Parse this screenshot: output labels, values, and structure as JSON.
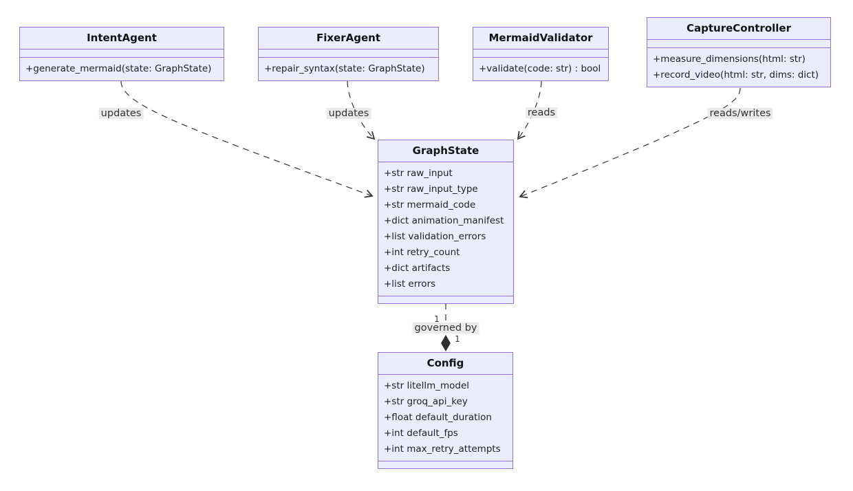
{
  "diagram": {
    "type": "class-diagram",
    "classes": [
      {
        "name": "IntentAgent",
        "attributes": [],
        "methods": [
          "+generate_mermaid(state: GraphState)"
        ]
      },
      {
        "name": "FixerAgent",
        "attributes": [],
        "methods": [
          "+repair_syntax(state: GraphState)"
        ]
      },
      {
        "name": "MermaidValidator",
        "attributes": [],
        "methods": [
          "+validate(code: str) : bool"
        ]
      },
      {
        "name": "CaptureController",
        "attributes": [],
        "methods": [
          "+measure_dimensions(html: str)",
          "+record_video(html: str, dims: dict)"
        ]
      },
      {
        "name": "GraphState",
        "attributes": [
          "+str raw_input",
          "+str raw_input_type",
          "+str mermaid_code",
          "+dict animation_manifest",
          "+list validation_errors",
          "+int retry_count",
          "+dict artifacts",
          "+list errors"
        ],
        "methods": []
      },
      {
        "name": "Config",
        "attributes": [
          "+str litellm_model",
          "+str groq_api_key",
          "+float default_duration",
          "+int default_fps",
          "+int max_retry_attempts"
        ],
        "methods": []
      }
    ],
    "relationships": [
      {
        "from": "IntentAgent",
        "to": "GraphState",
        "label": "updates",
        "style": "dashed-arrow"
      },
      {
        "from": "FixerAgent",
        "to": "GraphState",
        "label": "updates",
        "style": "dashed-arrow"
      },
      {
        "from": "MermaidValidator",
        "to": "GraphState",
        "label": "reads",
        "style": "dashed-arrow"
      },
      {
        "from": "CaptureController",
        "to": "GraphState",
        "label": "reads/writes",
        "style": "dashed-arrow"
      },
      {
        "from": "GraphState",
        "to": "Config",
        "label": "governed by",
        "style": "dashed-composition",
        "multiplicity_from": "1",
        "multiplicity_to": "1"
      }
    ],
    "colors": {
      "node_fill": "#ECECFF",
      "node_border": "#9370DB",
      "edge": "#333333",
      "label_bg": "#e8e8e8",
      "text": "#1f1f1f"
    }
  }
}
